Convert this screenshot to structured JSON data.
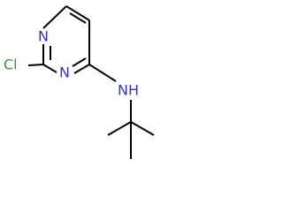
{
  "molecule": {
    "atoms": {
      "n1": "N",
      "n3": "N",
      "cl": "Cl",
      "nh": "NH"
    },
    "colors": {
      "nitrogen": "#3232cc",
      "chlorine": "#2f9a2f",
      "bond": "#000000",
      "background": "#ffffff"
    }
  }
}
